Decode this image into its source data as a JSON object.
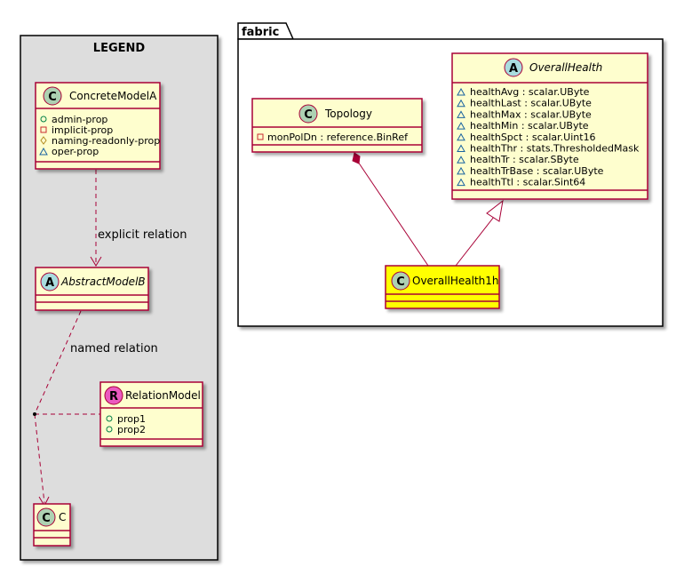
{
  "legend": {
    "title": "LEGEND",
    "concrete_model": {
      "badge": "C",
      "name": "ConcreteModelA",
      "attributes": [
        {
          "vis": "+",
          "text": "admin-prop"
        },
        {
          "vis": "-",
          "text": "implicit-prop"
        },
        {
          "vis": "#",
          "text": "naming-readonly-prop"
        },
        {
          "vis": "~",
          "text": "oper-prop"
        }
      ]
    },
    "abstract_model": {
      "badge": "A",
      "name": "AbstractModelB"
    },
    "relation_model": {
      "badge": "R",
      "name": "RelationModel",
      "attributes": [
        {
          "vis": "+",
          "text": "prop1"
        },
        {
          "vis": "+",
          "text": "prop2"
        }
      ]
    },
    "c_model": {
      "badge": "C",
      "name": "C"
    },
    "explicit_relation_label": "explicit relation",
    "named_relation_label": "named relation"
  },
  "fabric": {
    "title": "fabric",
    "topology": {
      "badge": "C",
      "name": "Topology",
      "attributes": [
        {
          "vis": "-",
          "text": "monPolDn : reference.BinRef"
        }
      ]
    },
    "overall_health": {
      "badge": "A",
      "name": "OverallHealth",
      "attributes": [
        {
          "vis": "~",
          "text": "healthAvg : scalar.UByte"
        },
        {
          "vis": "~",
          "text": "healthLast : scalar.UByte"
        },
        {
          "vis": "~",
          "text": "healthMax : scalar.UByte"
        },
        {
          "vis": "~",
          "text": "healthMin : scalar.UByte"
        },
        {
          "vis": "~",
          "text": "healthSpct : scalar.Uint16"
        },
        {
          "vis": "~",
          "text": "healthThr : stats.ThresholdedMask"
        },
        {
          "vis": "~",
          "text": "healthTr : scalar.SByte"
        },
        {
          "vis": "~",
          "text": "healthTrBase : scalar.UByte"
        },
        {
          "vis": "~",
          "text": "healthTtl : scalar.Sint64"
        }
      ]
    },
    "overall_health_1h": {
      "badge": "C",
      "name": "OverallHealth1h"
    }
  },
  "colors": {
    "class_fill": "#FEFECE",
    "class_border": "#A80036",
    "highlight_fill": "#FFFF00",
    "legend_bg": "#DDDDDD",
    "badge_class": "#ADD1B2",
    "badge_abstract": "#A9DCDF",
    "badge_relation": "#EB59C0"
  }
}
